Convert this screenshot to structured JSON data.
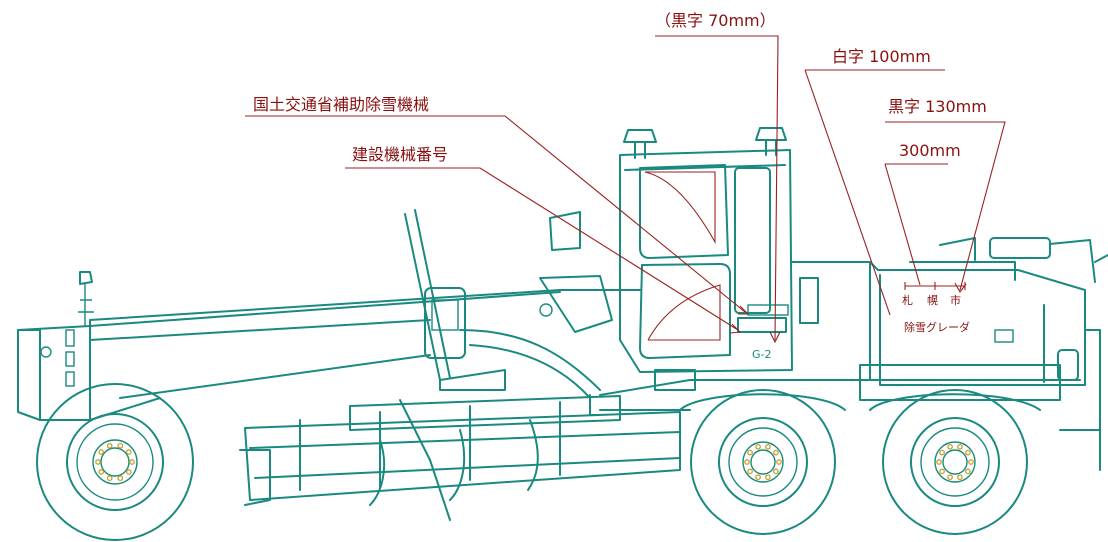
{
  "labels": {
    "black_text_70": "（黒字 70mm）",
    "white_text_100": "白字 100mm",
    "black_text_130": "黒字 130mm",
    "mlit_subsidy": "国土交通省補助除雪機械",
    "construction_machine_number": "建設機械番号",
    "size_300": "300mm"
  },
  "vehicle_markings": {
    "city_char_1": "札",
    "city_char_2": "幌",
    "city_char_3": "市",
    "vehicle_type": "除雪グレーダ",
    "machine_id": "G-2"
  },
  "colors": {
    "outline": "#1a8a80",
    "annotation": "#8a1010",
    "wheel_bolts": "#c9a02a"
  }
}
